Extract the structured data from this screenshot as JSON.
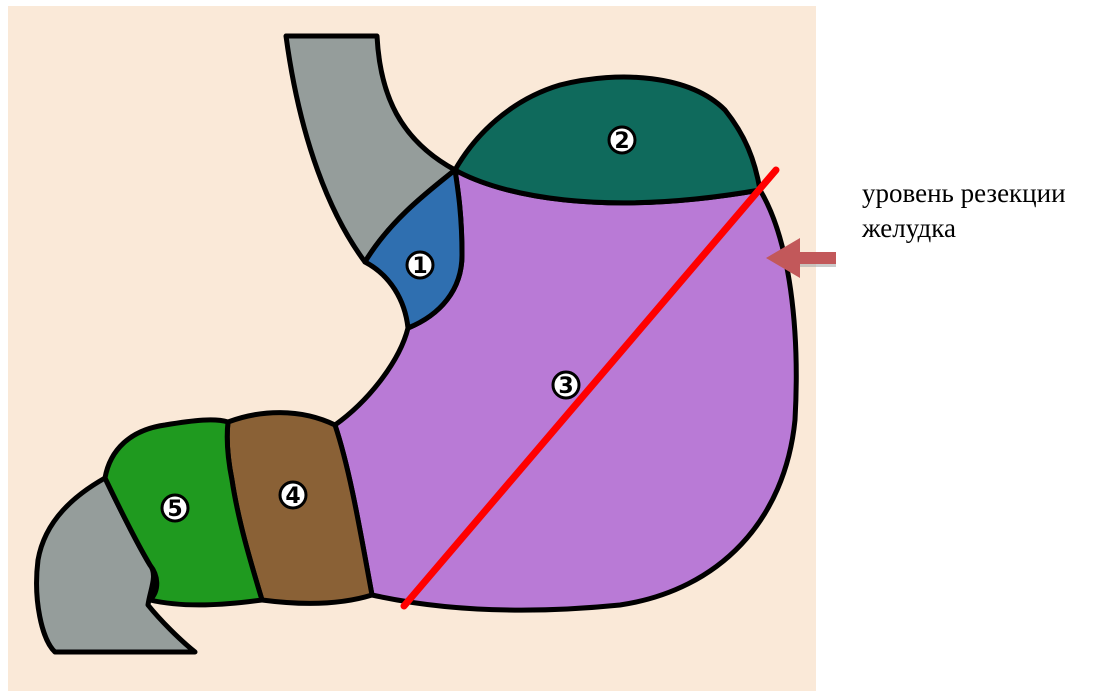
{
  "diagram": {
    "regions": [
      {
        "id": "cardia",
        "number": "1",
        "color": "#2f6fb0"
      },
      {
        "id": "fundus",
        "number": "2",
        "color": "#0f6a5c"
      },
      {
        "id": "body",
        "number": "3",
        "color": "#b97ad6"
      },
      {
        "id": "antrum",
        "number": "4",
        "color": "#8a6136"
      },
      {
        "id": "pylorus",
        "number": "5",
        "color": "#1f9a1f"
      }
    ],
    "colors": {
      "background": "#fae9d8",
      "esophagus_duodenum": "#959d9b",
      "resection_line": "#ff0000",
      "arrow": "#c2585a"
    },
    "resection_label": {
      "line1": "уровень резекции",
      "line2": "желудка"
    }
  }
}
